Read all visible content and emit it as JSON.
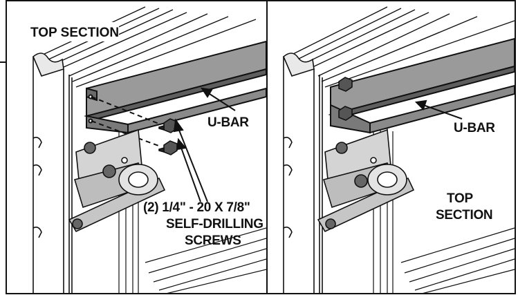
{
  "left_panel": {
    "title": "TOP SECTION",
    "ubar_label": "U-BAR",
    "screw_line1": "(2) 1/4\" - 20 X 7/8\"",
    "screw_line2": "SELF-DRILLING",
    "screw_line3": "SCREWS"
  },
  "right_panel": {
    "ubar_label": "U-BAR",
    "section_line1": "TOP",
    "section_line2": "SECTION"
  },
  "colors": {
    "ubar_fill": "#8c8c8c",
    "ubar_dark": "#5a5a5a",
    "bracket_fill": "#c8c8c8",
    "line": "#111111"
  }
}
